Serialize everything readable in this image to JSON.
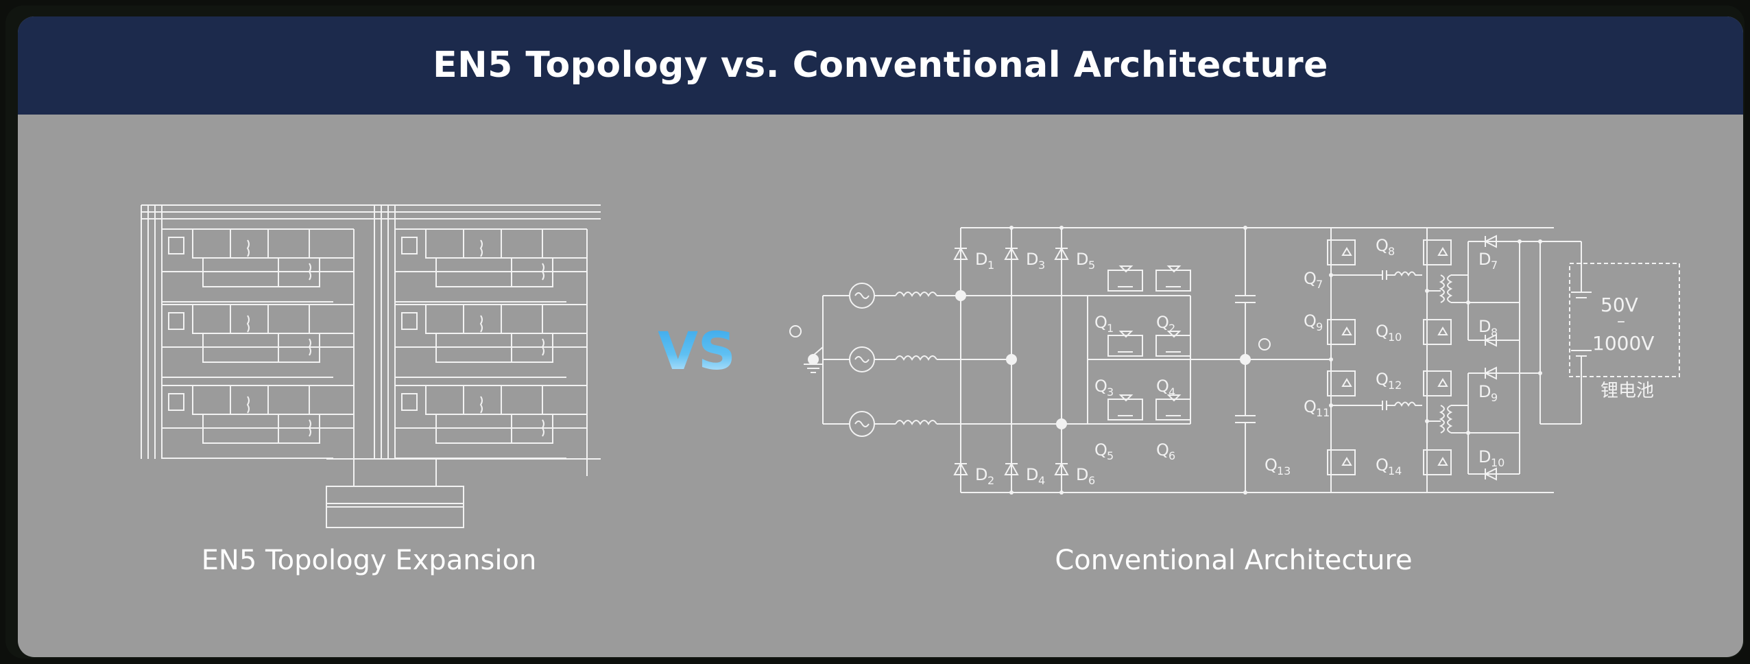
{
  "header": {
    "title": "EN5 Topology vs. Conventional Architecture"
  },
  "vs_label": "VS",
  "left": {
    "caption": "EN5 Topology Expansion"
  },
  "right": {
    "caption": "Conventional Architecture",
    "diodes": [
      "D",
      "D",
      "D",
      "D",
      "D",
      "D",
      "D",
      "D",
      "D",
      "D"
    ],
    "diode_subs": [
      "1",
      "2",
      "3",
      "4",
      "5",
      "6",
      "7",
      "8",
      "9",
      "10"
    ],
    "switches": [
      "Q",
      "Q",
      "Q",
      "Q",
      "Q",
      "Q",
      "Q",
      "Q",
      "Q",
      "Q",
      "Q",
      "Q",
      "Q",
      "Q"
    ],
    "switch_subs": [
      "1",
      "2",
      "3",
      "4",
      "5",
      "6",
      "7",
      "8",
      "9",
      "10",
      "11",
      "12",
      "13",
      "14"
    ],
    "battery_voltage_low": "50V",
    "battery_dash": "–",
    "battery_voltage_high": "1000V",
    "battery_label": "锂电池"
  },
  "colors": {
    "header_bg": "#1c2a4c",
    "panel_bg": "#9b9b9b",
    "wire": "#f2f2f2",
    "vs_gradient": [
      "#38a6ea",
      "#d8f0ff"
    ]
  }
}
